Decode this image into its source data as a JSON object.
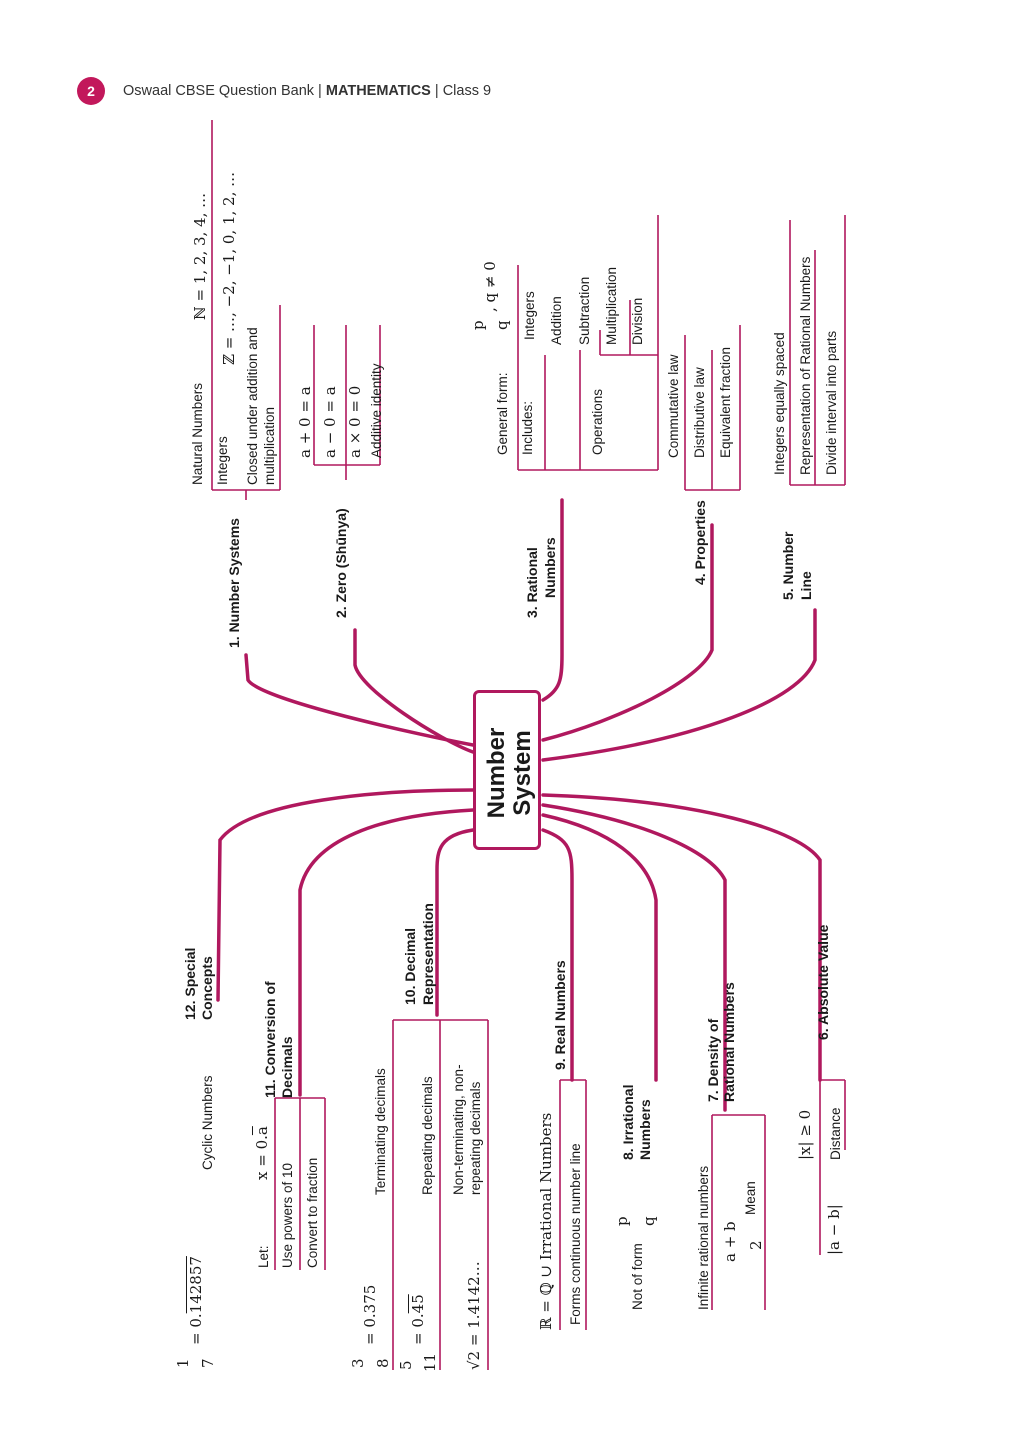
{
  "header": {
    "page_number": "2",
    "book": "Oswaal CBSE Question Bank",
    "subject": "MATHEMATICS",
    "class_label": "Class 9",
    "separator": "|"
  },
  "center": {
    "line1": "Number",
    "line2": "System"
  },
  "branches": {
    "b1": {
      "title": "1. Number Systems",
      "natural": "Natural Numbers",
      "natural_set": "ℕ = 1, 2, 3, 4, …",
      "integers": "Integers",
      "integers_set": "ℤ = …, −2, −1, 0, 1, 2, …",
      "closed_1": "Closed under addition and",
      "closed_2": "multiplication"
    },
    "b2": {
      "title": "2. Zero (Shūnya)",
      "e1": "a + 0 = a",
      "e2": "a − 0 = a",
      "e3": "a × 0 = 0",
      "e4": "Additive identity"
    },
    "b3": {
      "title_1": "3. Rational",
      "title_2": "Numbers",
      "general_form": "General form:",
      "frac_num": "p",
      "frac_den": "q",
      "cond": ",    q ≠ 0",
      "includes": "Includes:",
      "includes_item": "Integers",
      "operations": "Operations",
      "ops": [
        "Addition",
        "Subtraction",
        "Multiplication",
        "Division"
      ]
    },
    "b4": {
      "title": "4. Properties",
      "items": [
        "Commutative law",
        "Distributive law",
        "Equivalent fraction"
      ]
    },
    "b5": {
      "title_1": "5. Number",
      "title_2": "Line",
      "items": [
        "Integers equally spaced",
        "Representation of Rational Numbers",
        "Divide interval into parts"
      ]
    },
    "b6": {
      "title": "6. Absolute Value",
      "abs_ineq": "|x| ≥ 0",
      "distance": "Distance",
      "abs_diff": "|a − b|"
    },
    "b7": {
      "title_1": "7. Density of",
      "title_2": "Rational Numbers",
      "infinite": "Infinite rational numbers",
      "mean_num": "a + b",
      "mean_den": "2",
      "mean": "Mean"
    },
    "b8": {
      "title_1": "8. Irrational",
      "title_2": "Numbers",
      "not_form": "Not of form",
      "frac_num": "p",
      "frac_den": "q"
    },
    "b9": {
      "title": "9. Real Numbers",
      "formula": "ℝ = ℚ ∪ Irrational Numbers",
      "continuous": "Forms continuous number line"
    },
    "b10": {
      "title_1": "10. Decimal",
      "title_2": "Representation",
      "terminating": "Terminating decimals",
      "term_ex_num": "3",
      "term_ex_den": "8",
      "term_ex_val": "= 0.375",
      "repeating": "Repeating decimals",
      "rep_ex_num": "5",
      "rep_ex_den": "11",
      "rep_ex_val": "= 0.",
      "rep_ex_bar": "45",
      "nonterm_1": "Non-terminating, non-",
      "nonterm_2": "repeating decimals",
      "sqrt_ex": "√2 = 1.4142…"
    },
    "b11": {
      "title_1": "11. Conversion of",
      "title_2": "Decimals",
      "let": "Let:",
      "let_ex": "x = 0.",
      "let_bar": "a",
      "powers": "Use powers of 10",
      "convert": "Convert to fraction"
    },
    "b12": {
      "title_1": "12. Special",
      "title_2": "Concepts",
      "cyclic": "Cyclic Numbers",
      "ex_num": "1",
      "ex_den": "7",
      "ex_val": "= 0.",
      "ex_bar": "142857"
    }
  }
}
